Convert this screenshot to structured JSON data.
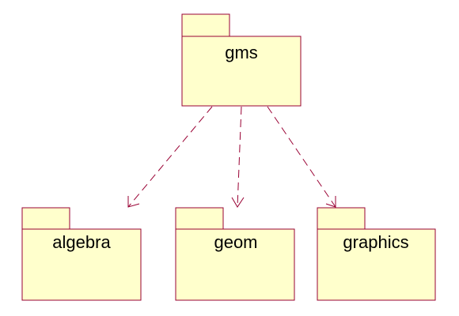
{
  "diagram": {
    "colors": {
      "package_fill": "#ffffcc",
      "package_stroke": "#990033",
      "dependency_stroke": "#990033",
      "label": "#000000",
      "background": "#ffffff"
    },
    "packages": [
      {
        "id": "gms",
        "label": "gms"
      },
      {
        "id": "algebra",
        "label": "algebra"
      },
      {
        "id": "geom",
        "label": "geom"
      },
      {
        "id": "graphics",
        "label": "graphics"
      }
    ],
    "dependencies": [
      {
        "from": "gms",
        "to": "algebra",
        "style": "dashed-open-arrow"
      },
      {
        "from": "gms",
        "to": "geom",
        "style": "dashed-open-arrow"
      },
      {
        "from": "gms",
        "to": "graphics",
        "style": "dashed-open-arrow"
      }
    ]
  }
}
